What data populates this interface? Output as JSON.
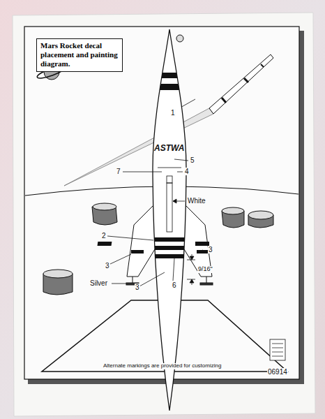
{
  "diagram": {
    "title": "Mars Rocket decal placement and painting diagram.",
    "nodes": [
      {
        "text": [
          "Mars Rocket decal placement and painting diagram."
        ]
      }
    ],
    "labels": [
      "1",
      "5",
      "7",
      "4",
      "ASTWA",
      "White",
      "2",
      "3",
      "3",
      "3",
      "Silver",
      "6",
      "9/16\"",
      "Alternate markings are provided for customizing",
      "06914"
    ]
  }
}
